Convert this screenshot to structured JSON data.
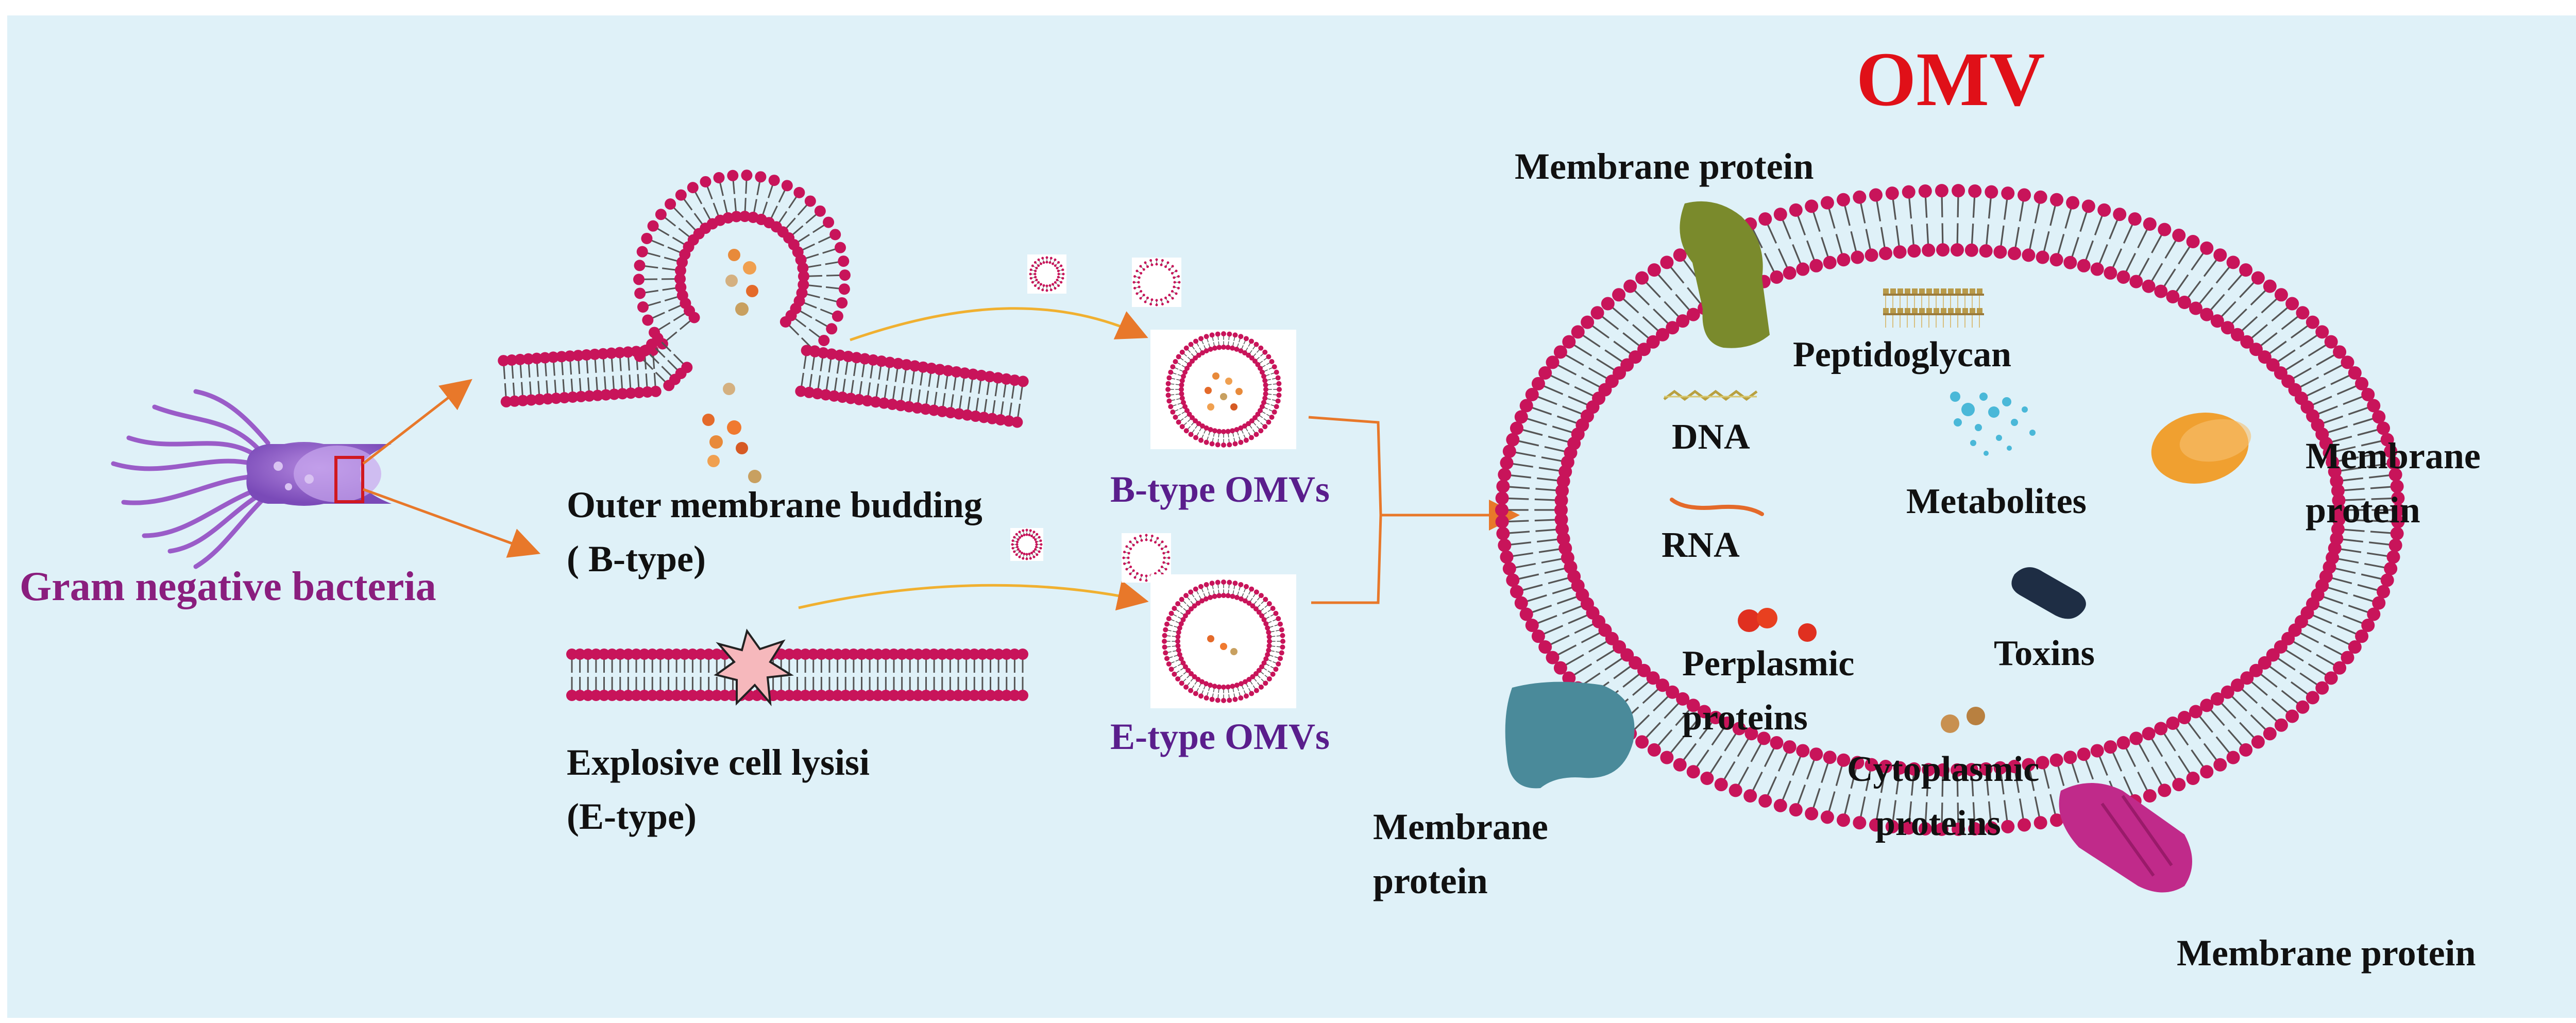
{
  "title": "OMV",
  "labels": {
    "bacteria": "Gram negative bacteria",
    "budding_line1": "Outer membrane budding",
    "budding_line2": "( B-type)",
    "lysis_line1": "Explosive cell lysisi",
    "lysis_line2": "(E-type)",
    "b_type": "B-type OMVs",
    "e_type": "E-type OMVs",
    "membrane_protein_top": "Membrane protein",
    "membrane_protein_right_1": "Membrane",
    "membrane_protein_right_2": "protein",
    "membrane_protein_left_1": "Membrane",
    "membrane_protein_left_2": "protein",
    "membrane_protein_bottom": "Membrane protein",
    "peptidoglycan": "Peptidoglycan",
    "dna": "DNA",
    "rna": "RNA",
    "metabolites": "Metabolites",
    "toxins": "Toxins",
    "periplasmic_1": "Perplasmic",
    "periplasmic_2": "proteins",
    "cytoplasmic_1": "Cytoplasmic",
    "cytoplasmic_2": "proteins"
  },
  "colors": {
    "background": "#dff1f8",
    "title": "#e01018",
    "bacteria_label": "#8a1e7e",
    "omv_type_label": "#5a1e8c",
    "lipid_head": "#c8145a",
    "protein_green": "#7a8a2c",
    "protein_orange": "#f0a030",
    "protein_teal": "#4a8a9a",
    "protein_magenta": "#c02a8a",
    "toxin": "#1e2d44",
    "arrow": "#e8782a"
  }
}
